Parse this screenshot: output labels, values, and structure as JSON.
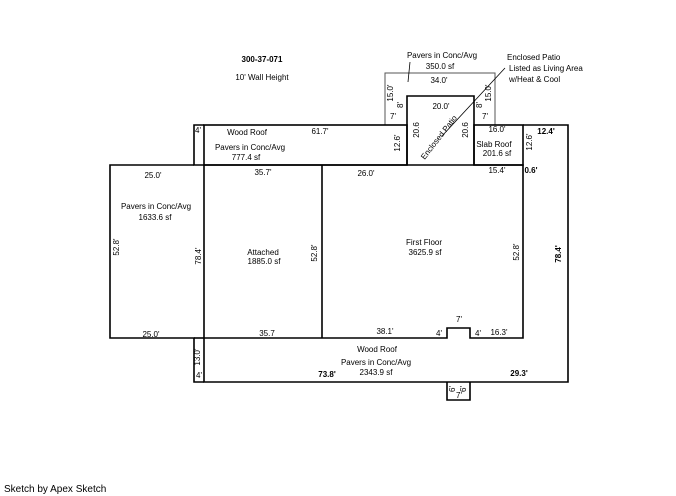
{
  "header": {
    "parcel_id": "300-37-071",
    "wall_height": "10' Wall Height"
  },
  "areas": {
    "pavers_top": {
      "label": "Pavers in Conc/Avg",
      "area": "350.0 sf"
    },
    "enclosed_patio_note": {
      "line1": "Enclosed Patio",
      "line2": "Listed as Living Area",
      "line3": "w/Heat & Cool"
    },
    "enclosed_patio": {
      "label": "Enclosed Patio"
    },
    "wood_roof_top": {
      "label": "Wood Roof"
    },
    "pavers_upper": {
      "label": "Pavers in Conc/Avg",
      "area": "777.4 sf"
    },
    "slab_roof": {
      "label": "Slab Roof",
      "area": "201.6 sf"
    },
    "pavers_left": {
      "label": "Pavers in Conc/Avg",
      "area": "1633.6 sf"
    },
    "attached": {
      "label": "Attached",
      "area": "1885.0 sf"
    },
    "first_floor": {
      "label": "First Floor",
      "area": "3625.9 sf"
    },
    "wood_roof_bottom": {
      "label": "Wood Roof"
    },
    "pavers_bottom": {
      "label": "Pavers in Conc/Avg",
      "area": "2343.9 sf"
    }
  },
  "dimensions": {
    "top_34": "34.0'",
    "top_15_left": "15.0'",
    "top_15_right": "15.0'",
    "top_8_left": "8'",
    "top_8_right": "8'",
    "top_7_left": "7'",
    "top_7_right": "7'",
    "patio_20": "20.0'",
    "patio_206_left": "20.6",
    "patio_206_right": "20.6",
    "d_4_top": "4'",
    "d_617": "61.7'",
    "d_126_left": "12.6'",
    "d_160": "16.0'",
    "d_124": "12.4'",
    "d_126_right": "12.6'",
    "d_06": "0.6'",
    "d_154": "15.4'",
    "d_250_top": "25.0'",
    "d_357_top": "35.7'",
    "d_260": "26.0'",
    "d_528_left": "52.8'",
    "d_784_left": "78.4'",
    "d_528_mid": "52.8'",
    "d_528_right": "52.8'",
    "d_784_right": "78.4'",
    "d_250_bottom": "25.0'",
    "d_357_bottom": "35.7",
    "d_381": "38.1'",
    "d_4_notch_left": "4'",
    "d_7_notch": "7'",
    "d_4_notch_right": "4'",
    "d_163": "16.3'",
    "d_130": "13.0'",
    "d_4_bottom": "4'",
    "d_738": "73.8'",
    "d_293": "29.3'",
    "d_6_left": "6'",
    "d_6_right": "6'",
    "d_7_bottom": "7'"
  },
  "footer": "Sketch by Apex Sketch"
}
